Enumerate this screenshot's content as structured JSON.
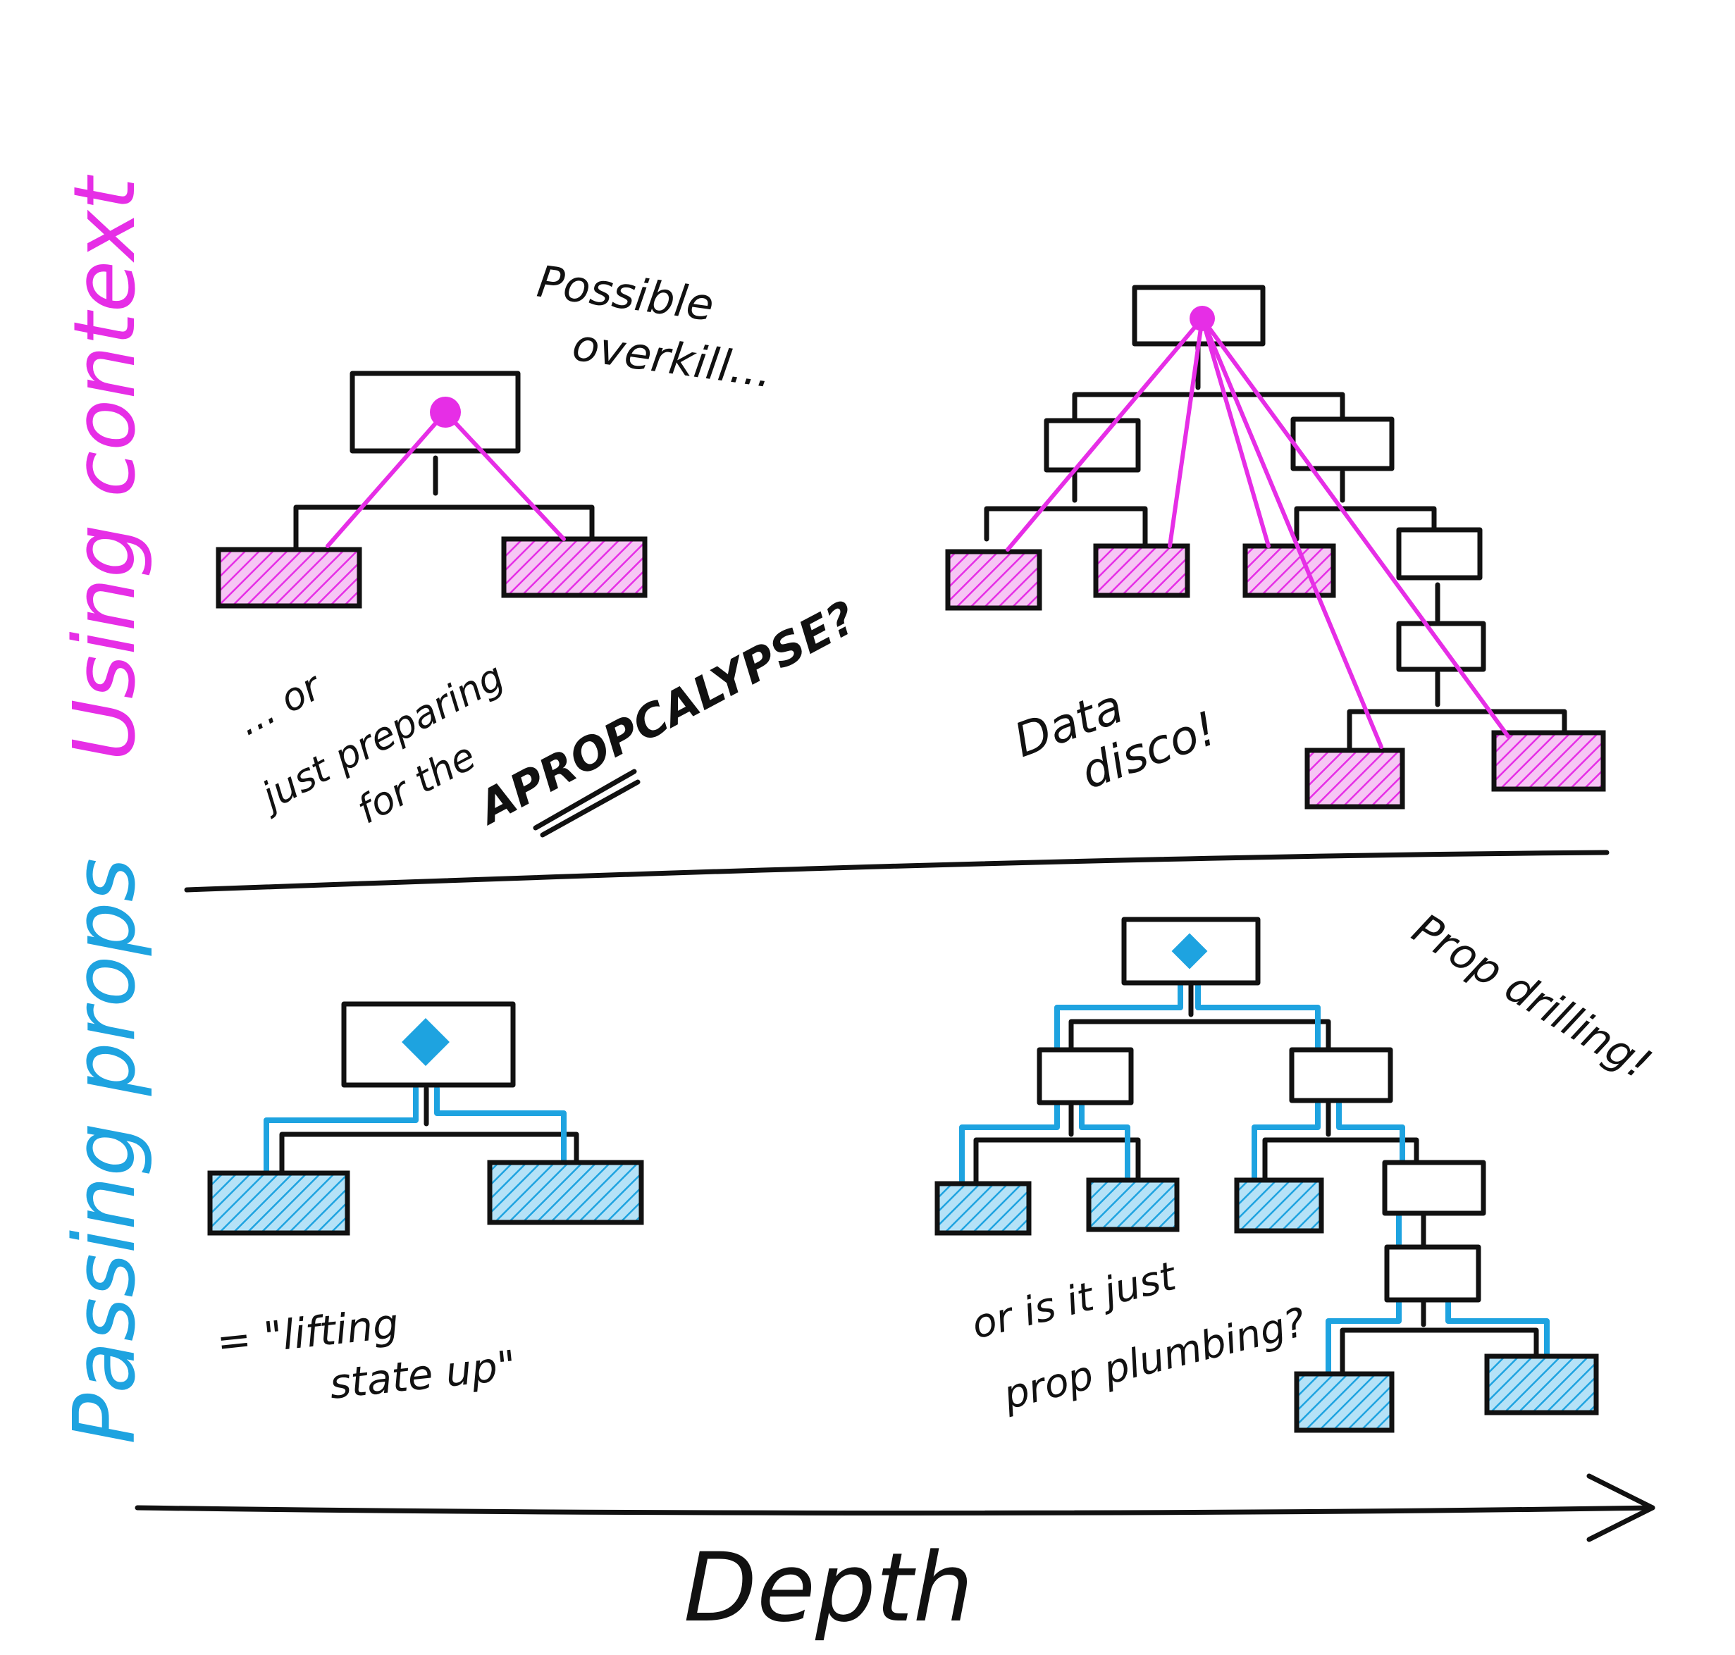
{
  "axis": {
    "x_label": "Depth",
    "row_top_label": "Using context",
    "row_bottom_label": "Passing props"
  },
  "colors": {
    "context": "#e62ee6",
    "context_fill": "#f2a6f0",
    "props": "#1ea3e0",
    "props_fill": "#7fcdf0",
    "ink": "#111111"
  },
  "annotations": {
    "possible_overkill_1": "Possible",
    "possible_overkill_2": "overkill...",
    "apropcalypse_1": "... or",
    "apropcalypse_2": "just preparing",
    "apropcalypse_3": "for the",
    "apropcalypse_4": "APROPCALYPSE?",
    "data_disco_1": "Data",
    "data_disco_2": "disco!",
    "lifting_1": "= \"lifting",
    "lifting_2": "state up\"",
    "prop_drilling": "Prop drilling!",
    "plumbing_1": "or is it just",
    "plumbing_2": "prop plumbing?"
  }
}
